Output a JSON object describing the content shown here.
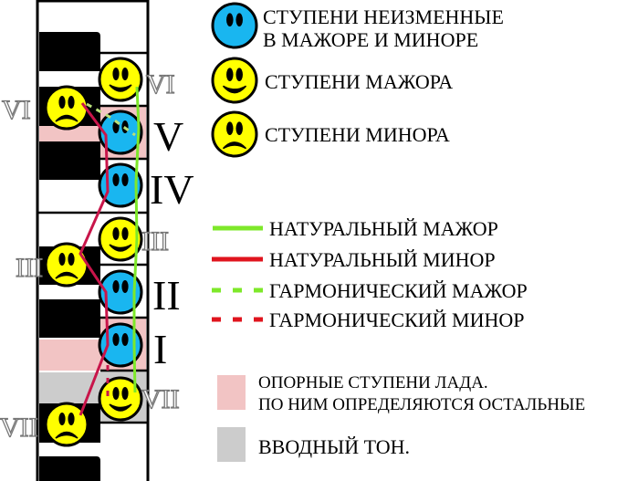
{
  "colors": {
    "unchanged": "#19b6f0",
    "major": "#ffff00",
    "minor": "#ffff00",
    "natural_major": "#7ee82a",
    "natural_minor": "#c8154a",
    "tonic_support": "#f2c4c4",
    "leading_tone": "#cccccc"
  },
  "degrees": {
    "major_VI": "VI",
    "minor_VI": "VI",
    "V": "V",
    "IV": "IV",
    "major_III": "III",
    "minor_III": "III",
    "II": "II",
    "I": "I",
    "major_VII": "VII",
    "minor_VII": "VII"
  },
  "legend": {
    "unchanged_line1": "СТУПЕНИ НЕИЗМЕННЫЕ",
    "unchanged_line2": "В МАЖОРЕ И МИНОРЕ",
    "major": "СТУПЕНИ МАЖОРА",
    "minor": "СТУПЕНИ МИНОРА",
    "natural_major": "НАТУРАЛЬНЫЙ МАЖОР",
    "natural_minor": "НАТУРАЛЬНЫЙ МИНОР",
    "harmonic_major": "ГАРМОНИЧЕСКИЙ МАЖОР",
    "harmonic_minor": "ГАРМОНИЧЕСКИЙ МИНОР",
    "support_line1": "ОПОРНЫЕ СТУПЕНИ ЛАДА.",
    "support_line2": "ПО НИМ ОПРЕДЕЛЯЮТСЯ ОСТАЛЬНЫЕ",
    "leading_tone": "ВВОДНЫЙ ТОН."
  }
}
